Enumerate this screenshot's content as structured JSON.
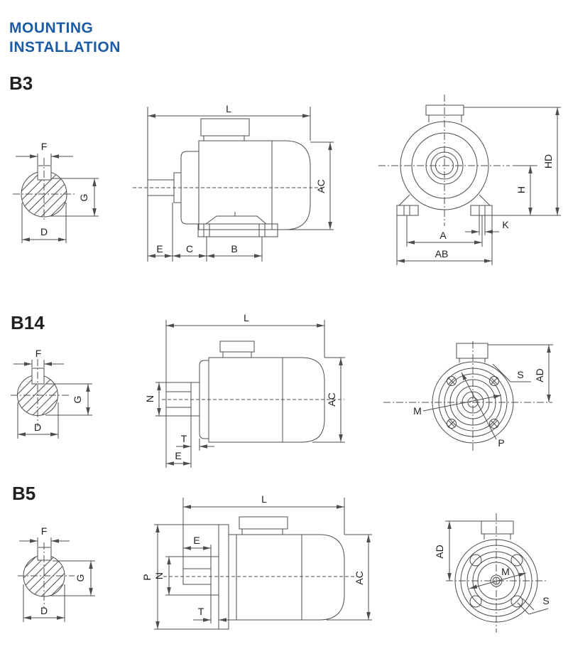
{
  "title": {
    "line1": "MOUNTING",
    "line2": "INSTALLATION"
  },
  "colors": {
    "title": "#1d5ba6",
    "line": "#4d4d4d",
    "label": "#1f1f1f",
    "section_label": "#231f20",
    "background": "#ffffff"
  },
  "sections": {
    "b3": {
      "label": "B3",
      "dims": {
        "F": "F",
        "G": "G",
        "D": "D",
        "L": "L",
        "AC": "AC",
        "E": "E",
        "C": "C",
        "B": "B",
        "HD": "HD",
        "H": "H",
        "K": "K",
        "A": "A",
        "AB": "AB"
      }
    },
    "b14": {
      "label": "B14",
      "dims": {
        "F": "F",
        "G": "G",
        "D": "D",
        "L": "L",
        "N": "N",
        "AC": "AC",
        "T": "T",
        "E": "E",
        "AD": "AD",
        "S": "S",
        "M": "M",
        "P": "P"
      }
    },
    "b5": {
      "label": "B5",
      "dims": {
        "F": "F",
        "G": "G",
        "D": "D",
        "L": "L",
        "P": "P",
        "E": "E",
        "N": "N",
        "T": "T",
        "AC": "AC",
        "AD": "AD",
        "M": "M",
        "S": "S"
      }
    }
  }
}
